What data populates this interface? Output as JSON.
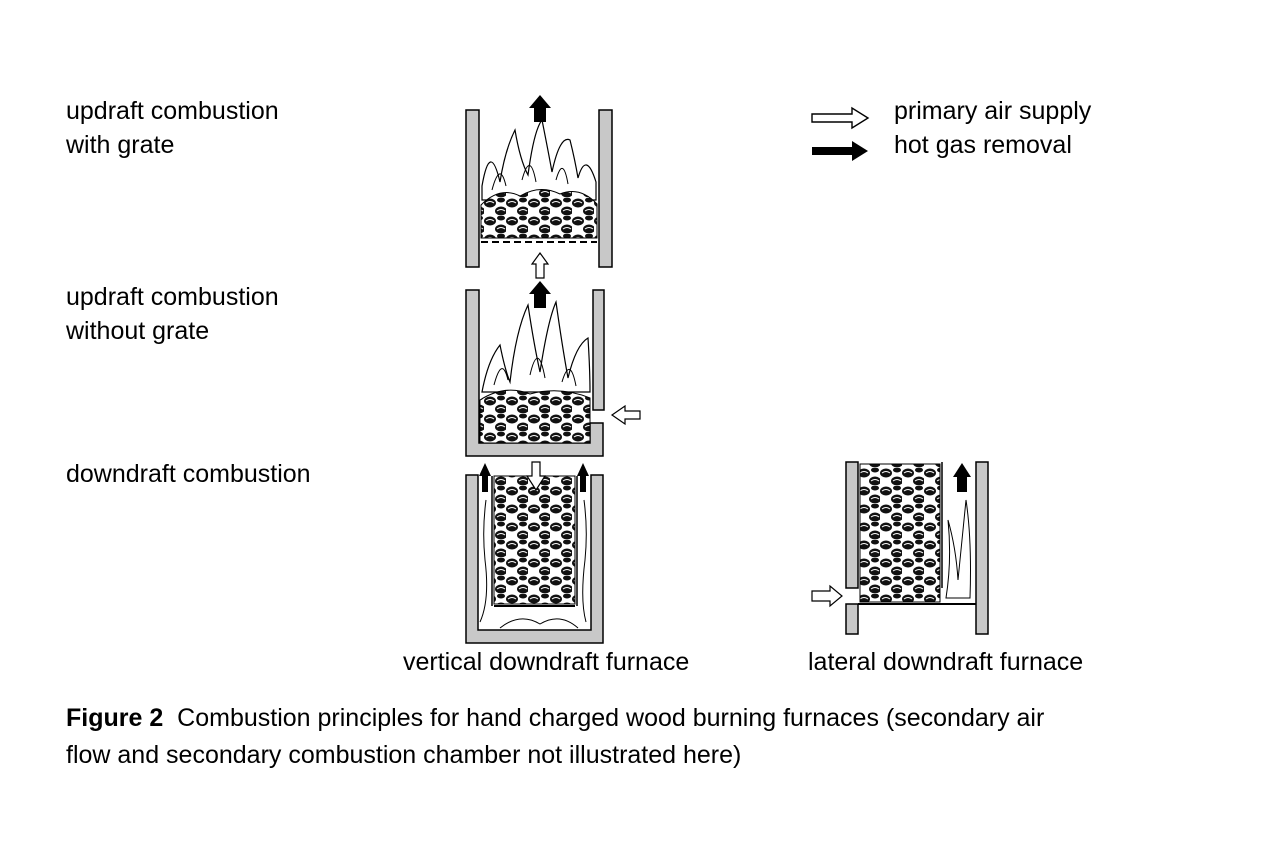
{
  "labels": {
    "updraft_with_grate": [
      "updraft combustion",
      "with grate"
    ],
    "updraft_without_grate": [
      "updraft combustion",
      "without grate"
    ],
    "downdraft": "downdraft combustion",
    "vertical_furnace": "vertical downdraft furnace",
    "lateral_furnace": "lateral downdraft furnace"
  },
  "legend": {
    "primary_air": "primary air supply",
    "hot_gas": "hot gas removal"
  },
  "caption": {
    "figure_number": "Figure 2",
    "line1": "Combustion principles for hand charged wood burning furnaces (secondary air",
    "line2": "flow and secondary combustion chamber not illustrated here)"
  },
  "colors": {
    "wall_fill": "#c8c8c8",
    "stroke": "#000000",
    "background": "#ffffff"
  }
}
